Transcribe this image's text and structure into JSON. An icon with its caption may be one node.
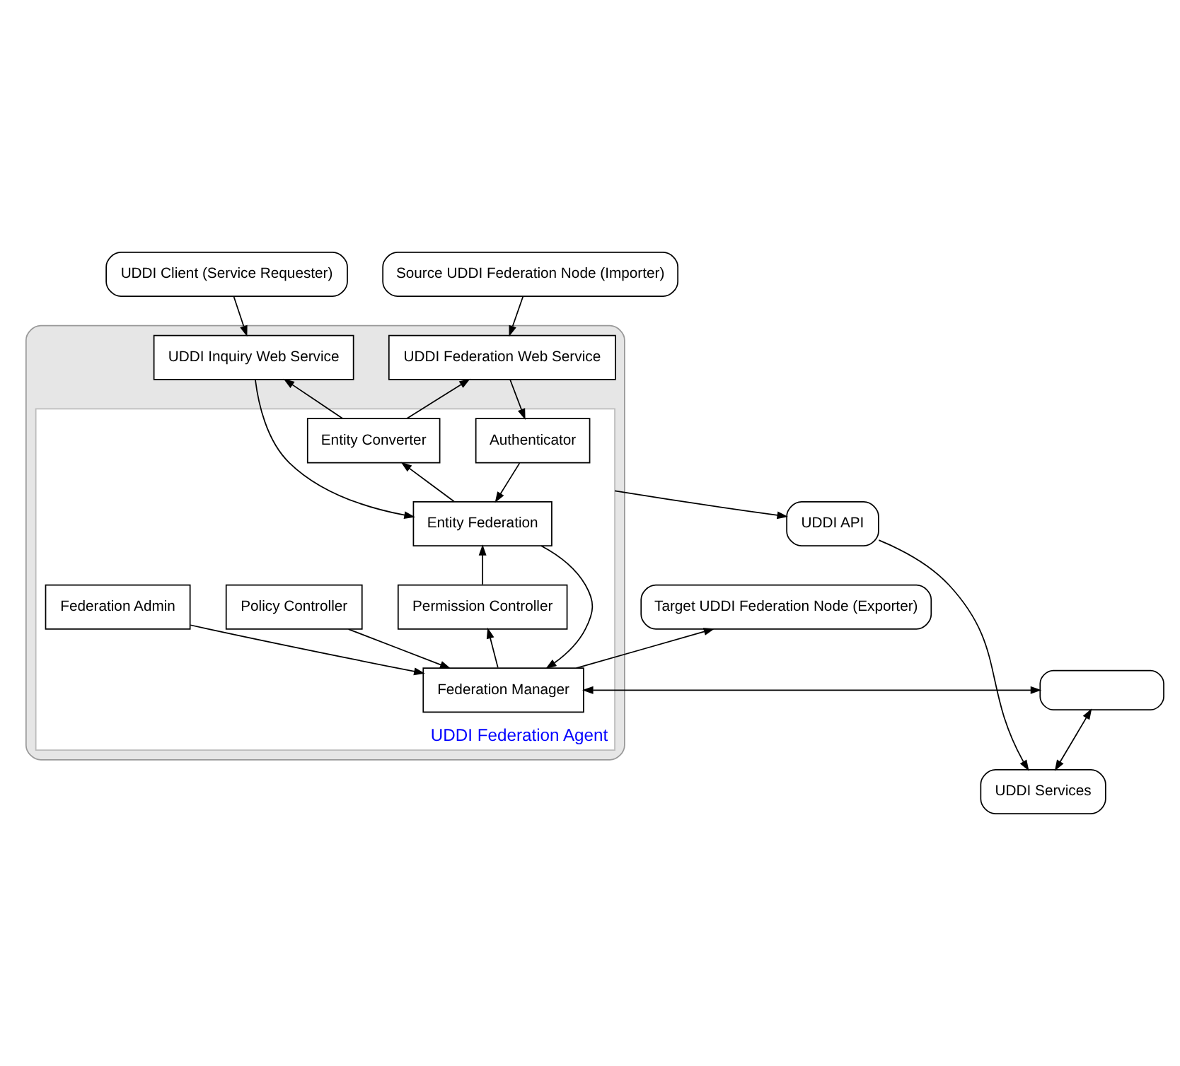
{
  "diagram": {
    "nodes": [
      {
        "text": [
          "UDDI Client (Service Requester)"
        ]
      },
      {
        "text": [
          "Source UDDI Federation Node (Importer)"
        ]
      },
      {
        "text": [
          "Target UDDI Federation Node (Exporter)"
        ]
      },
      {
        "text": [],
        "shape": "box"
      },
      {
        "text": [
          "UDDI Inquiry Web Service"
        ],
        "in": 3
      },
      {
        "text": [
          "UDDI Federation Web Service"
        ],
        "in": 3
      },
      {
        "text": [
          "UDDI Federation Agent"
        ],
        "in": 3
      },
      {
        "text": [
          "Entity Converter"
        ],
        "in": 6
      },
      {
        "text": [
          "Authenticator"
        ],
        "in": 6
      },
      {
        "text": [
          "Entity Federation"
        ],
        "in": 6
      },
      {
        "text": [
          "Policy Controller"
        ],
        "in": 6
      },
      {
        "text": [
          "Permission Controller"
        ],
        "in": 6
      },
      {
        "text": [
          "Federation Admin"
        ],
        "in": 6
      },
      {
        "text": [
          "Federation Manager"
        ],
        "in": 6
      },
      {
        "text": [],
        "shape": "box"
      },
      {
        "text": [
          "UDDI API"
        ]
      },
      {
        "text": [
          "UDDI Services"
        ]
      }
    ],
    "edges": [
      {
        "from": 0,
        "to": 4,
        "arrow": "to"
      },
      {
        "from": 1,
        "to": 5,
        "arrow": "to"
      },
      {
        "from": 13,
        "to": 2,
        "arrow": "to"
      },
      {
        "from": 7,
        "to": 4,
        "arrow": "to"
      },
      {
        "from": 7,
        "to": 5,
        "arrow": "to"
      },
      {
        "from": 5,
        "to": 8,
        "arrow": "to"
      },
      {
        "from": 8,
        "to": 9,
        "arrow": "to"
      },
      {
        "from": 4,
        "to": 9,
        "arrow": "to"
      },
      {
        "from": 9,
        "to": 7,
        "arrow": "to"
      },
      {
        "from": 11,
        "to": 9,
        "arrow": "to"
      },
      {
        "from": 9,
        "to": 13,
        "arrow": "to"
      },
      {
        "from": 13,
        "to": 11,
        "arrow": "to"
      },
      {
        "from": 10,
        "to": 13,
        "arrow": "to"
      },
      {
        "from": 12,
        "to": 13,
        "arrow": "to"
      },
      {
        "from": 13,
        "to": 14,
        "arrow": "both"
      },
      {
        "from": 6,
        "to": 15,
        "arrow": "to"
      },
      {
        "from": 15,
        "to": 16,
        "arrow": "to"
      },
      {
        "from": 14,
        "to": 16,
        "arrow": "both"
      }
    ]
  }
}
